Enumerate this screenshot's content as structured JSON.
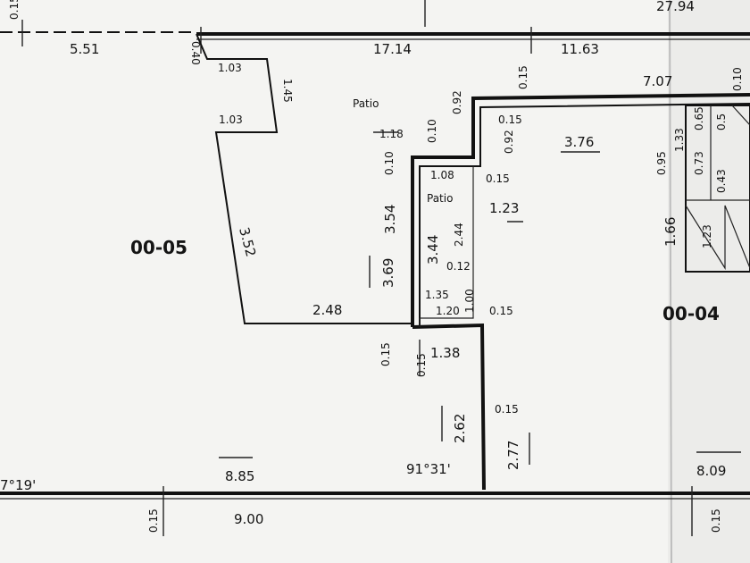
{
  "plan": {
    "units": {
      "u005": "00-05",
      "u004": "00-04"
    },
    "patio_labels": [
      "Patio",
      "Patio"
    ],
    "angles": [
      "7°19'",
      "91°31'"
    ],
    "dimensions": {
      "top_015": "0.15",
      "top_2794": "27.94",
      "top_551": "5.51",
      "top_1714": "17.14",
      "top_1163": "11.63",
      "left_040": "0.40",
      "d103a": "1.03",
      "d145": "1.45",
      "d103b": "1.03",
      "d352": "3.52",
      "d248": "2.48",
      "d118": "1.18",
      "d010": "0.10",
      "d092a": "0.92",
      "d015a": "0.15",
      "d015b": "0.15",
      "d092b": "0.92",
      "d376": "3.76",
      "d707": "7.07",
      "d010r": "0.10",
      "d065": "0.65",
      "d05": "0.5",
      "d133": "1.33",
      "d073": "0.73",
      "d043": "0.43",
      "d095": "0.95",
      "d166": "1.66",
      "d123r": "1.23",
      "d010b": "0.10",
      "d108": "1.08",
      "d015c": "0.15",
      "d354": "3.54",
      "d244": "2.44",
      "d123": "1.23",
      "d344": "3.44",
      "d012": "0.12",
      "d369": "3.69",
      "d135": "1.35",
      "d100": "1.00",
      "d120": "1.20",
      "d015d": "0.15",
      "d015e": "0.15",
      "d015f": "0.15",
      "d138": "1.38",
      "d262": "2.62",
      "d015g": "0.15",
      "d277": "2.77",
      "d885": "8.85",
      "d809": "8.09",
      "d015h": "0.15",
      "d900": "9.00",
      "d015i": "0.15"
    }
  }
}
